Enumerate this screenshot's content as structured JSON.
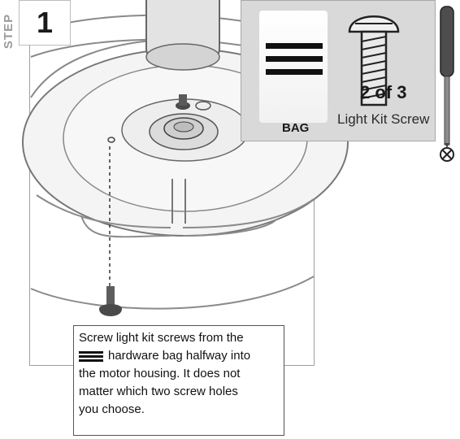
{
  "step": {
    "label": "STEP",
    "number": "1"
  },
  "hardware": {
    "bag_label": "BAG",
    "count": "2 of 3",
    "item_name": "Light Kit Screw"
  },
  "caption": {
    "line1": "Screw light kit screws from the",
    "line2": "hardware bag halfway into",
    "line3": "the motor housing. It does not",
    "line4": "matter which two screw holes",
    "line5": "you choose."
  },
  "icons": {
    "bag_symbol": "three-bars-icon",
    "screwdriver": "phillips-screwdriver-icon",
    "driver_tip": "phillips-tip-icon"
  }
}
